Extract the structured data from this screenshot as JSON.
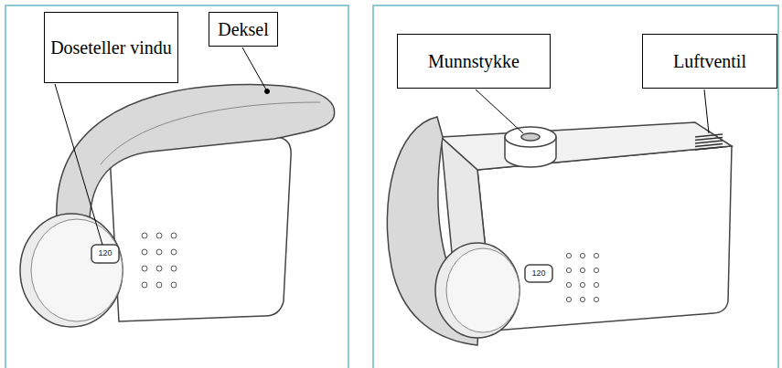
{
  "diagram": {
    "nodes": [
      {
        "text": [
          "Doseteller vindu"
        ]
      },
      {
        "text": [
          "Deksel"
        ]
      },
      {
        "text": [
          "Munnstykke"
        ]
      },
      {
        "text": [
          "Luftventil"
        ]
      }
    ],
    "edges": [],
    "labels": [
      "120",
      "120"
    ]
  }
}
